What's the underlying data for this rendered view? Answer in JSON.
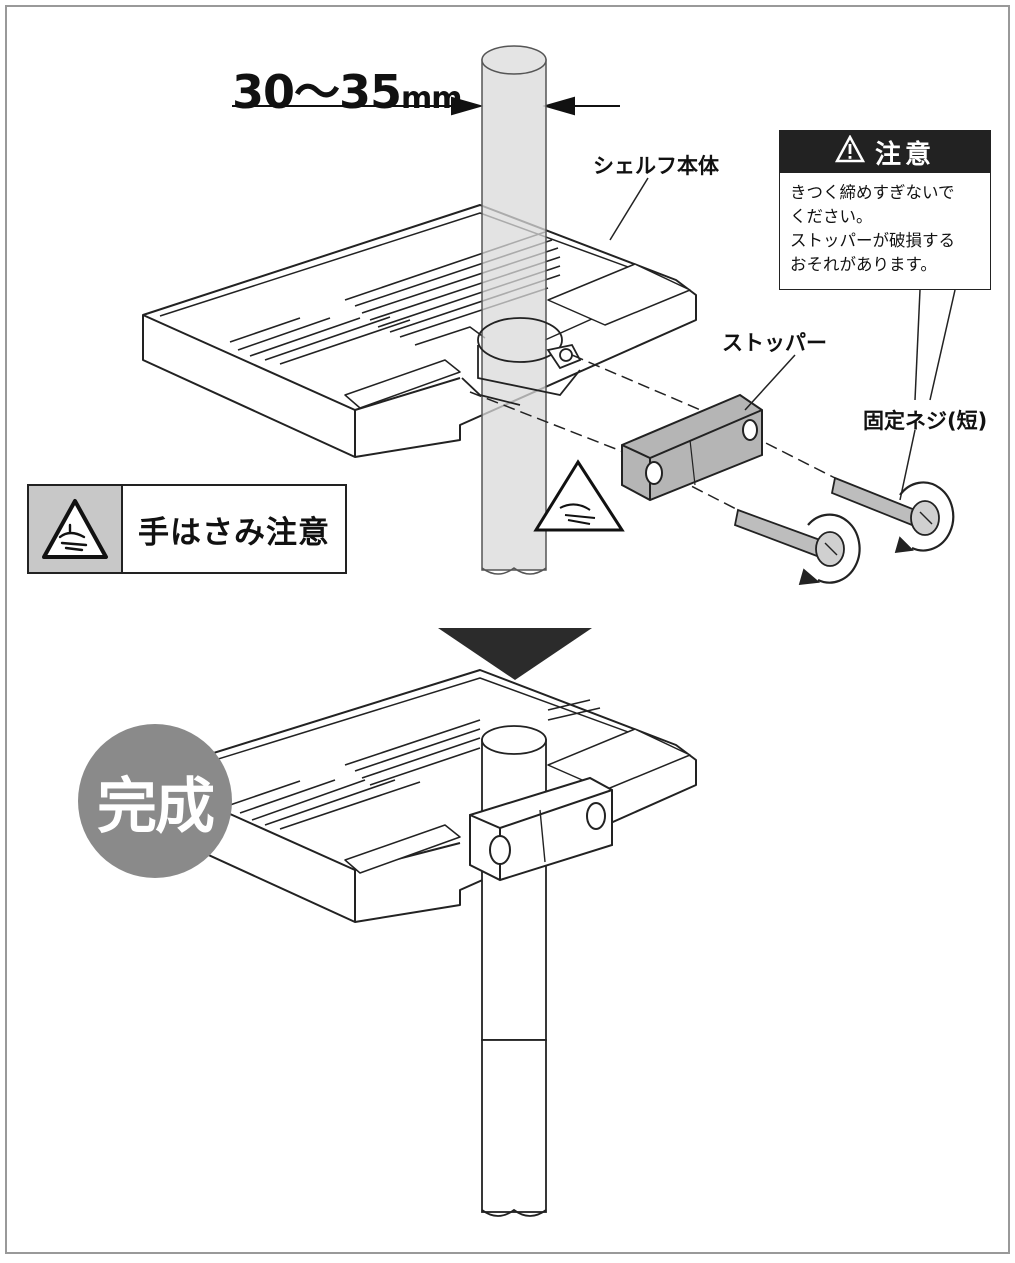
{
  "dimension": {
    "value": "30〜35",
    "unit": "mm"
  },
  "labels": {
    "shelf_body": "シェルフ本体",
    "stopper": "ストッパー",
    "fixing_screw": "固定ネジ(短)"
  },
  "caution": {
    "title": "注意",
    "lines": [
      "きつく締めすぎないで",
      "ください。",
      "ストッパーが破損する",
      "おそれがあります。"
    ]
  },
  "pinch_warning": {
    "text": "手はさみ注意"
  },
  "complete_badge": {
    "text": "完成"
  },
  "colors": {
    "frame": "#999999",
    "badge": "#8a8a8a",
    "stopper_fill": "#b5b5b5",
    "pole_fill": "#d9d9d9",
    "arrow": "#333333"
  }
}
